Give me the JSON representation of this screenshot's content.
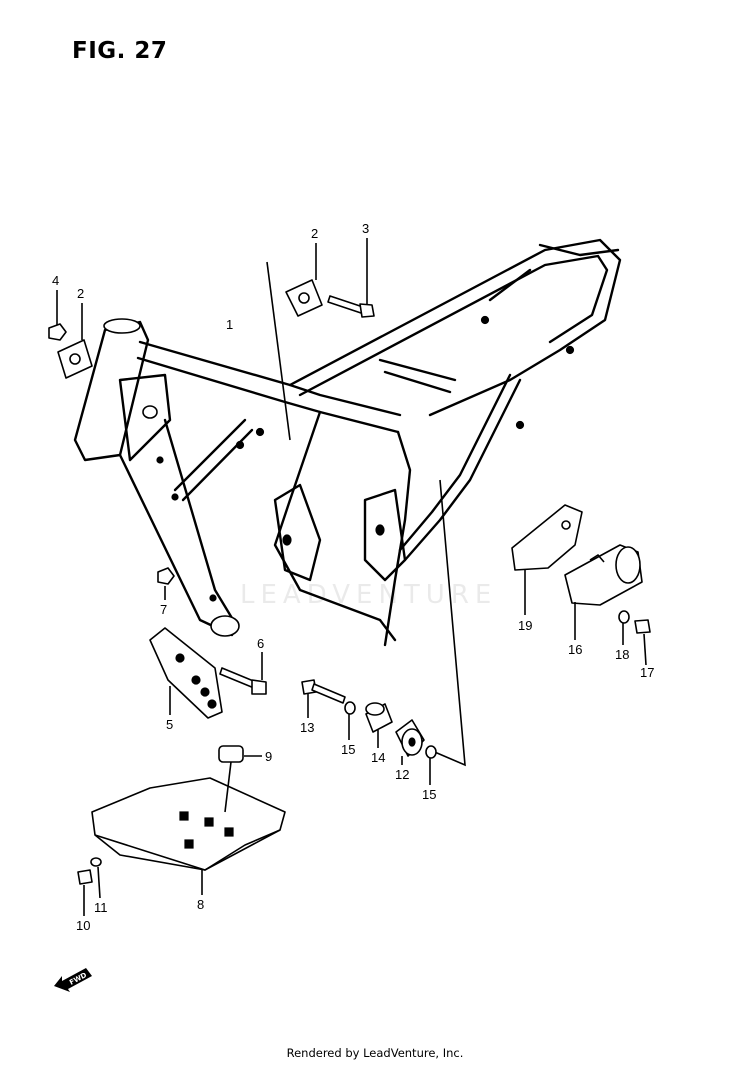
{
  "figure": {
    "title": "FIG. 27"
  },
  "watermark": "LEADVENTURE",
  "footer": "Rendered by LeadVenture, Inc.",
  "fwd_label": "FWD",
  "callouts": [
    {
      "id": "c1",
      "label": "1"
    },
    {
      "id": "c2a",
      "label": "2"
    },
    {
      "id": "c2b",
      "label": "2"
    },
    {
      "id": "c3",
      "label": "3"
    },
    {
      "id": "c4",
      "label": "4"
    },
    {
      "id": "c5",
      "label": "5"
    },
    {
      "id": "c6",
      "label": "6"
    },
    {
      "id": "c7",
      "label": "7"
    },
    {
      "id": "c8",
      "label": "8"
    },
    {
      "id": "c9",
      "label": "9"
    },
    {
      "id": "c10",
      "label": "10"
    },
    {
      "id": "c11",
      "label": "11"
    },
    {
      "id": "c12",
      "label": "12"
    },
    {
      "id": "c13",
      "label": "13"
    },
    {
      "id": "c14",
      "label": "14"
    },
    {
      "id": "c15a",
      "label": "15"
    },
    {
      "id": "c15b",
      "label": "15"
    },
    {
      "id": "c16",
      "label": "16"
    },
    {
      "id": "c17",
      "label": "17"
    },
    {
      "id": "c18",
      "label": "18"
    },
    {
      "id": "c19",
      "label": "19"
    }
  ]
}
